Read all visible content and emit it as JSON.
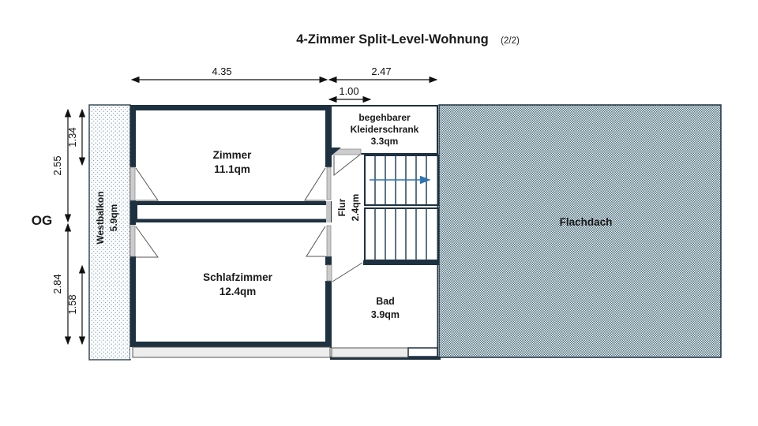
{
  "title": {
    "text": "4-Zimmer Split-Level-Wohnung",
    "page": "(2/2)"
  },
  "floor_label": "OG",
  "dimensions": {
    "top_width_left": "4.35",
    "top_width_right": "2.47",
    "top_width_closet": "1.00",
    "left_height_upper": "2.55",
    "left_height_upper_inner": "1.34",
    "left_height_lower": "2.84",
    "left_height_lower_inner": "1.58"
  },
  "rooms": {
    "westbalkon": {
      "name": "Westbalkon",
      "area": "5.9qm"
    },
    "zimmer": {
      "name": "Zimmer",
      "area": "11.1qm"
    },
    "kleiderschrank": {
      "name_line1": "begehbarer",
      "name_line2": "Kleiderschrank",
      "area": "3.3qm"
    },
    "flur": {
      "name": "Flur",
      "area": "2.4qm"
    },
    "schlafzimmer": {
      "name": "Schlafzimmer",
      "area": "12.4qm"
    },
    "bad": {
      "name": "Bad",
      "area": "3.9qm"
    },
    "flachdach": {
      "name": "Flachdach"
    }
  },
  "colors": {
    "wall": "#1e3140",
    "stair_arrow": "#2e74b5",
    "flachdach_hatch": "#4e707f",
    "balcony_dot": "#8aa0b0",
    "window_fill": "#ededed"
  }
}
